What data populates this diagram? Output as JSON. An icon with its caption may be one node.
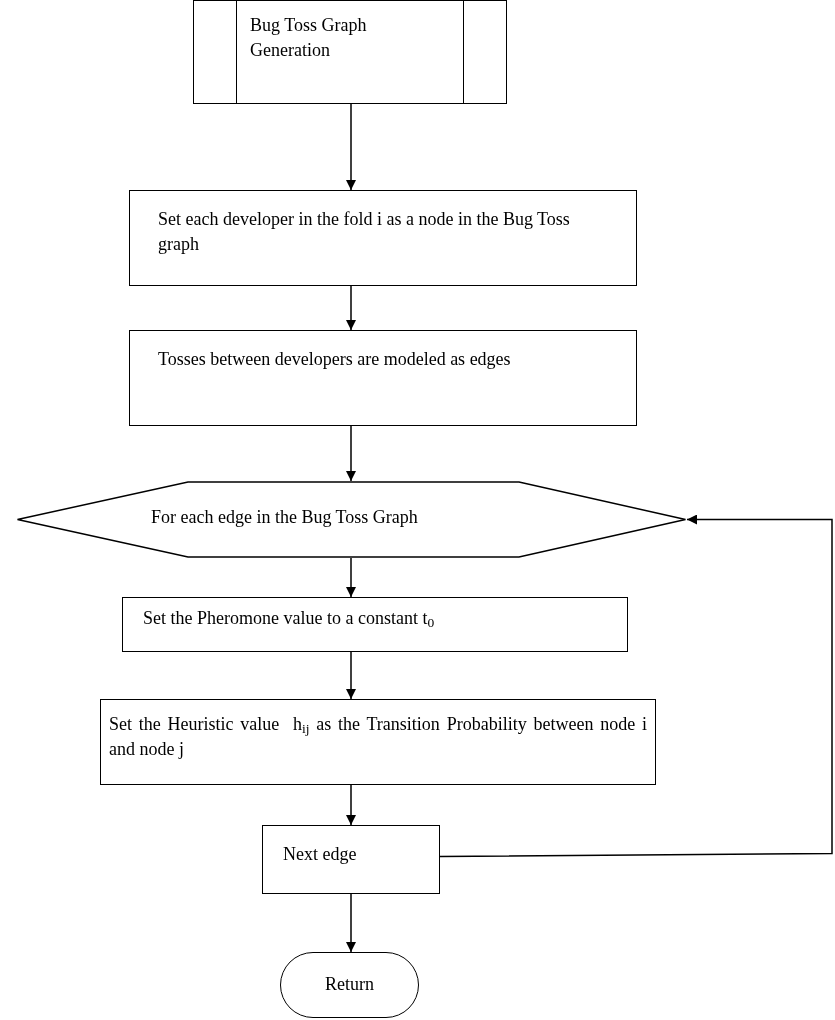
{
  "diagram": {
    "nodes": [
      {
        "text": [
          "Bug Toss Graph Generation"
        ]
      },
      {
        "text": [
          "Set each developer in the fold i as a node in the Bug Toss graph"
        ]
      },
      {
        "text": [
          "Tosses between developers are modeled as edges"
        ]
      },
      {
        "text": [
          "For each edge in the Bug Toss Graph"
        ]
      },
      {
        "text": [
          "Set the Pheromone value to a constant t$_{0}$"
        ]
      },
      {
        "text": [
          "Set the Heuristic value  h$_{ij}$ as the Transition Probability between node i and node j"
        ]
      },
      {
        "text": [
          "Next edge"
        ]
      },
      {
        "text": [
          "Return"
        ]
      }
    ],
    "edges": [
      {
        "from": 0,
        "to": 1,
        "arrow": "to"
      },
      {
        "from": 1,
        "to": 2,
        "arrow": "to"
      },
      {
        "from": 2,
        "to": 3,
        "arrow": "to"
      },
      {
        "from": 3,
        "to": 4,
        "arrow": "to"
      },
      {
        "from": 4,
        "to": 5,
        "arrow": "to"
      },
      {
        "from": 5,
        "to": 6,
        "arrow": "to"
      },
      {
        "from": 6,
        "to": 7,
        "arrow": "to"
      },
      {
        "from": 6,
        "to": 3,
        "arrow": "to"
      }
    ]
  }
}
